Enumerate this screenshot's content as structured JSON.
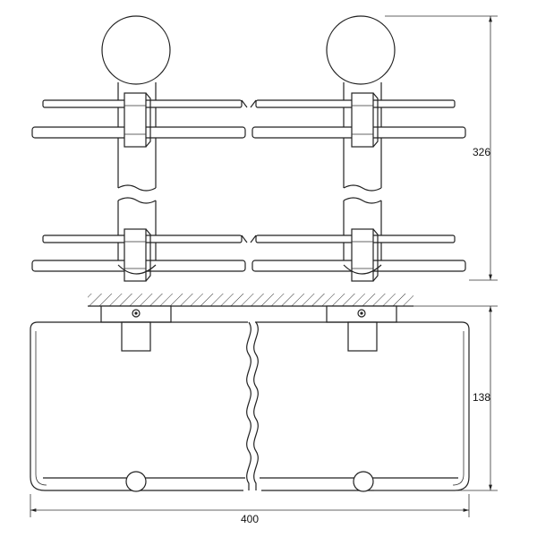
{
  "dimensions": {
    "height_top": "326",
    "height_bottom": "138",
    "width": "400"
  }
}
